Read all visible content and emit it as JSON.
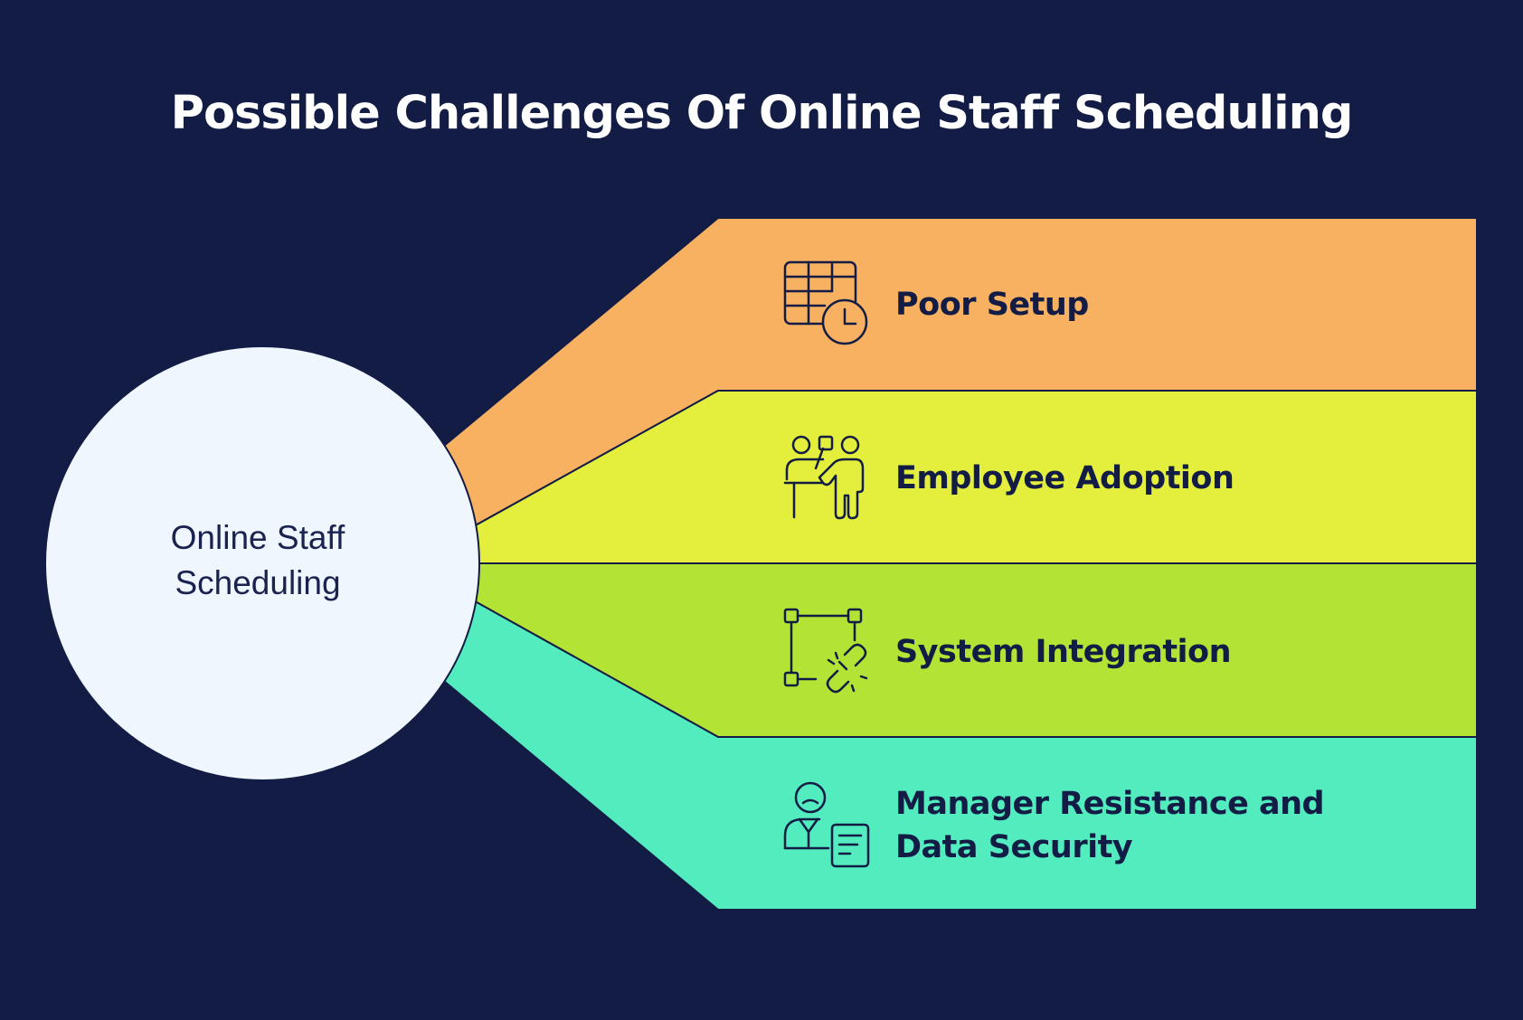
{
  "title": "Possible Challenges Of Online Staff Scheduling",
  "hub": {
    "line1": "Online Staff",
    "line2": "Scheduling"
  },
  "challenges": [
    {
      "label": "Poor Setup",
      "icon": "calendar-clock-icon",
      "color": "#f8b061"
    },
    {
      "label": "Employee Adoption",
      "icon": "presenter-icon",
      "color": "#e3ef3c"
    },
    {
      "label": "System Integration",
      "icon": "broken-link-icon",
      "color": "#b3e435"
    },
    {
      "label": "Manager Resistance and Data Security",
      "icon": "person-document-icon",
      "color": "#52ecbf"
    }
  ],
  "colors": {
    "background": "#121c45",
    "hub_fill": "#eff6fd",
    "outline": "#121c45"
  }
}
